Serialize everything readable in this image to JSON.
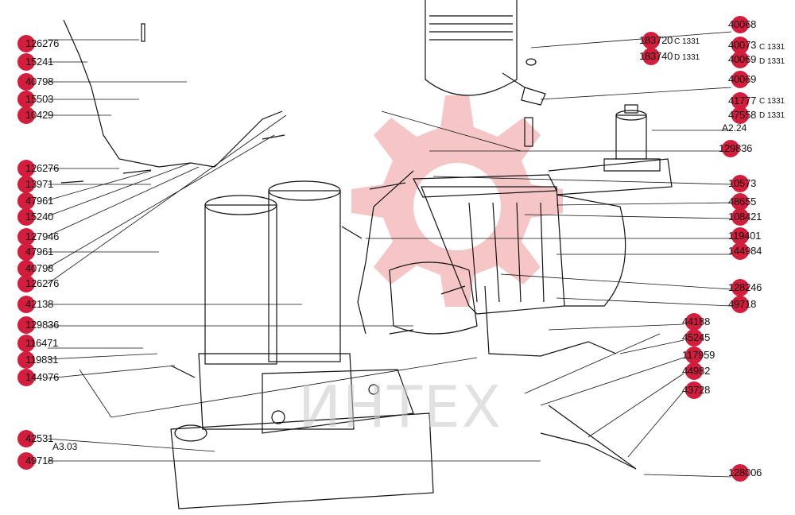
{
  "watermark": {
    "text": "ИНТЕХ",
    "color": "#c8c8c8",
    "gear_color": "#f3b3b3"
  },
  "accent_color": "#d21d3c",
  "captions": {
    "a2": "A2.24",
    "a3": "A3.03"
  },
  "codes": {
    "c": "C 1331",
    "d": "D 1331"
  },
  "left_labels": [
    "126276",
    "15241",
    "40798",
    "15503",
    "10429",
    "126276",
    "13971",
    "47961",
    "15240",
    "127946",
    "47961",
    "40798",
    "126276",
    "42138",
    "129836",
    "116471",
    "119831",
    "144976",
    "42531",
    "49718"
  ],
  "mid_labels": [
    "183720",
    "183740"
  ],
  "right_labels": [
    "40068",
    "40073",
    "40069",
    "40069",
    "41777",
    "47558",
    "129836",
    "10573",
    "48655",
    "108421",
    "119401",
    "144984",
    "128246",
    "49718",
    "44188",
    "45245",
    "117959",
    "44982",
    "43728",
    "128006"
  ]
}
